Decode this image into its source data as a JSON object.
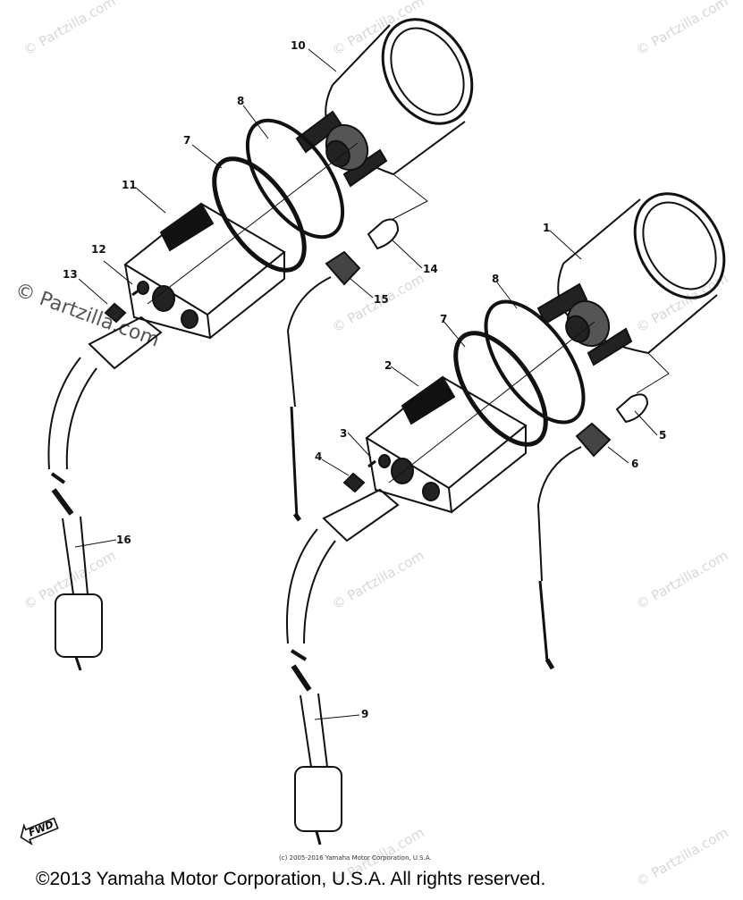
{
  "watermark_text": "© Partzilla.com",
  "part_labels": {
    "p1": "1",
    "p2": "2",
    "p3": "3",
    "p4": "4",
    "p5": "5",
    "p6": "6",
    "p7a": "7",
    "p7b": "7",
    "p8a": "8",
    "p8b": "8",
    "p9": "9",
    "p10": "10",
    "p11": "11",
    "p12": "12",
    "p13": "13",
    "p14": "14",
    "p15": "15",
    "p16": "16"
  },
  "fwd_label": "FWD",
  "copyright_small": "(c) 2005-2016 Yamaha Motor Corporation, U.S.A.",
  "copyright_main": "©2013 Yamaha Motor Corporation, U.S.A. All rights reserved."
}
